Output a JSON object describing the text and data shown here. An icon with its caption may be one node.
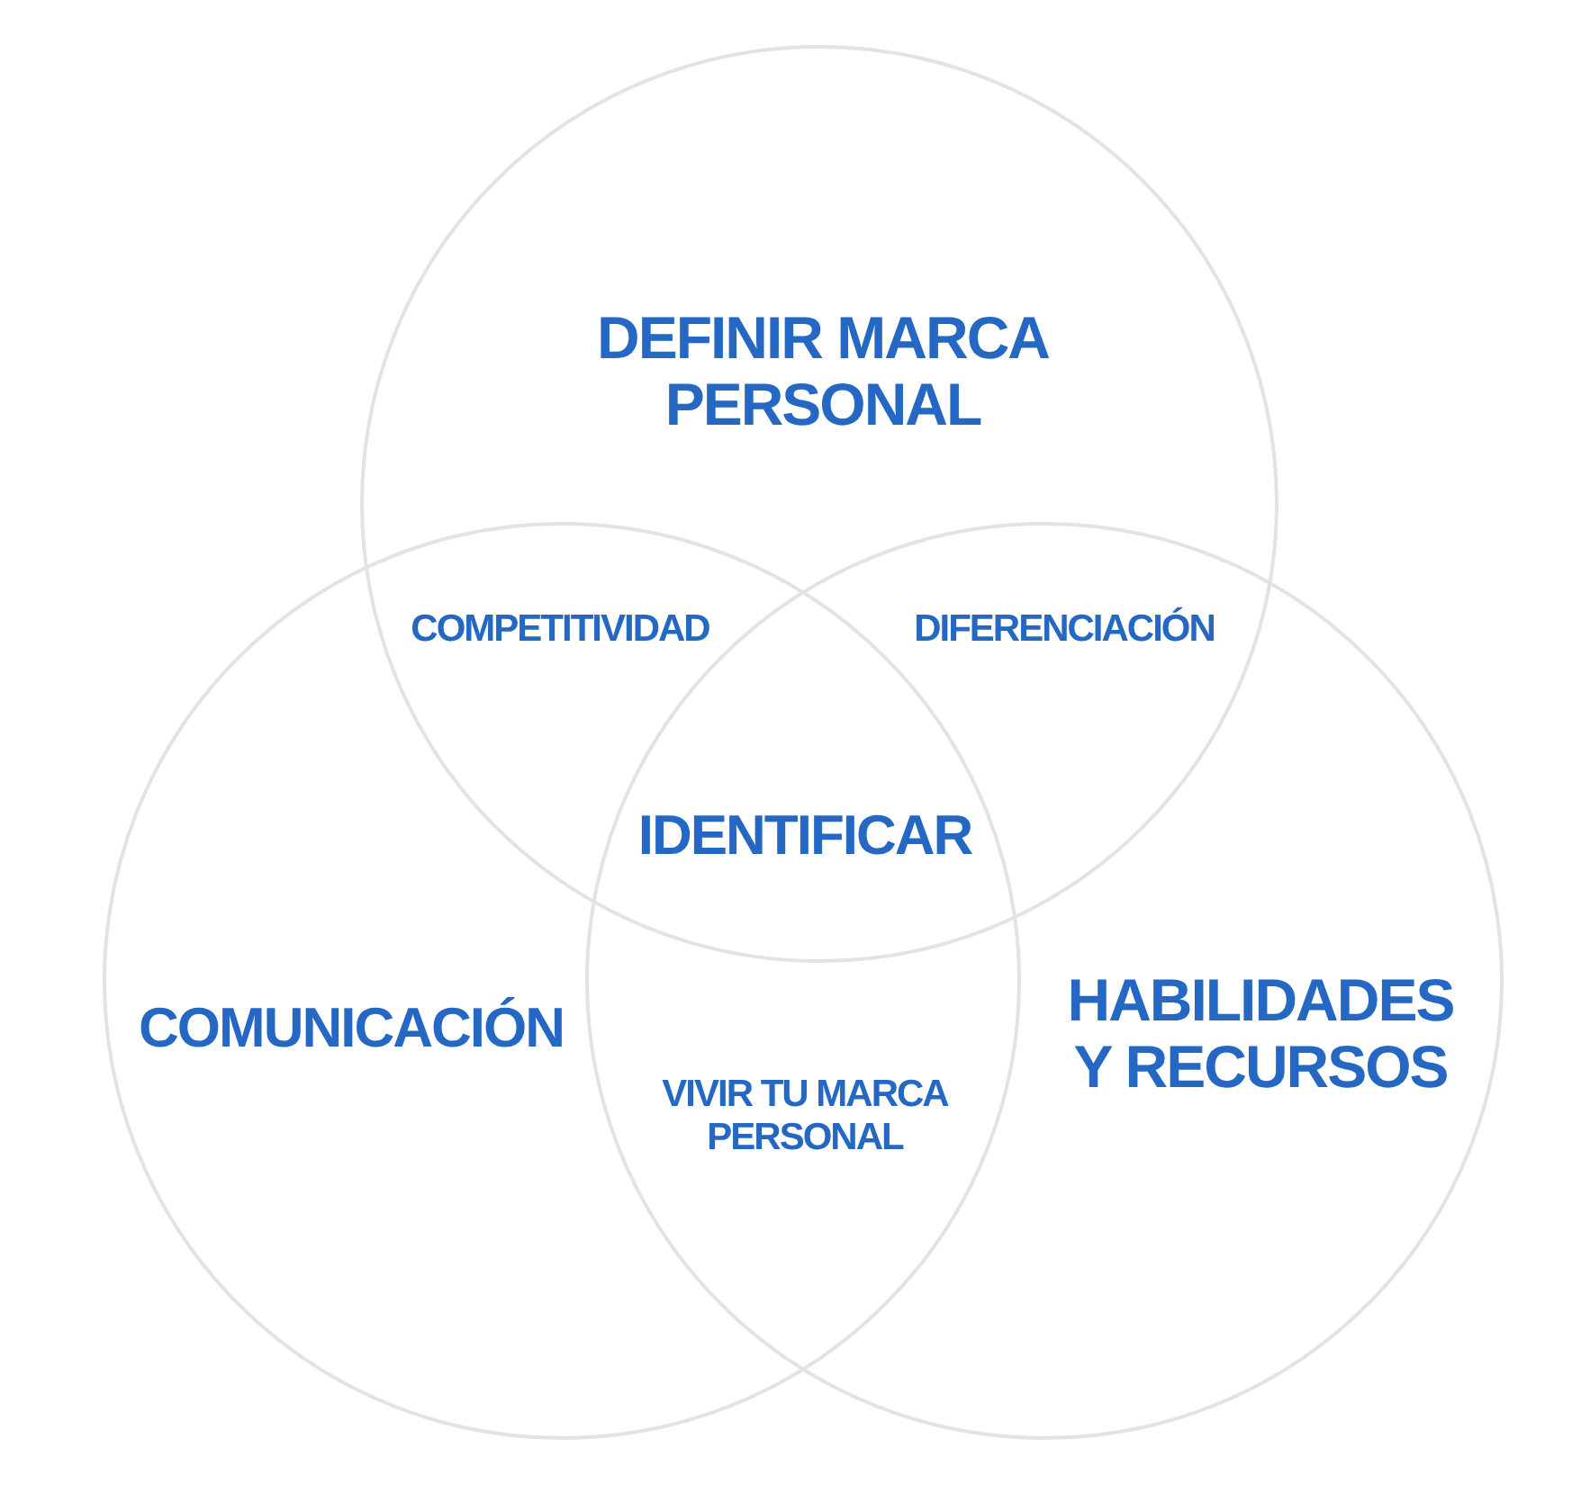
{
  "diagram": {
    "nodes": [
      {
        "text": [
          "DEFINIR MARCA PERSONAL"
        ]
      },
      {
        "text": [
          "COMUNICACIÓN"
        ]
      },
      {
        "text": [
          "HABILIDADES Y RECURSOS"
        ]
      }
    ],
    "labels": [
      "COMPETITIVIDAD",
      "DIFERENCIACIÓN",
      "IDENTIFICAR",
      "VIVIR TU MARCA PERSONAL"
    ]
  }
}
